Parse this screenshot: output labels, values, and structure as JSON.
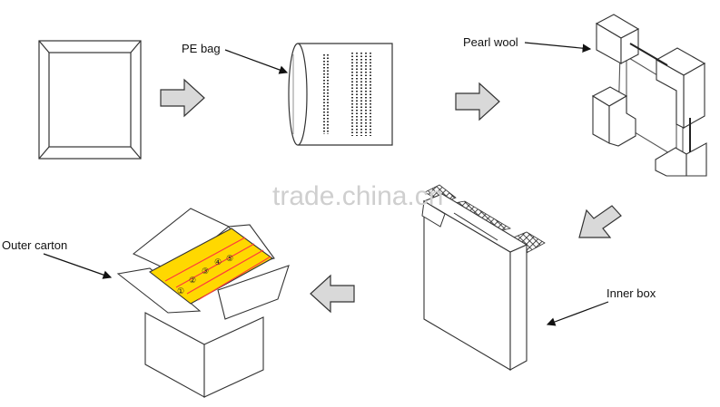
{
  "labels": {
    "pe_bag": "PE bag",
    "pearl_wool": "Pearl wool",
    "inner_box": "Inner box",
    "outer_carton": "Outer carton"
  },
  "watermark": "trade.china.cn",
  "slot_numbers": [
    "①",
    "②",
    "③",
    "④",
    "⑤"
  ],
  "colors": {
    "arrow_fill": "#d9d9d9",
    "line": "#333333",
    "slot_fill": "#ffd800",
    "slot_stripe": "#ff3b3b"
  }
}
